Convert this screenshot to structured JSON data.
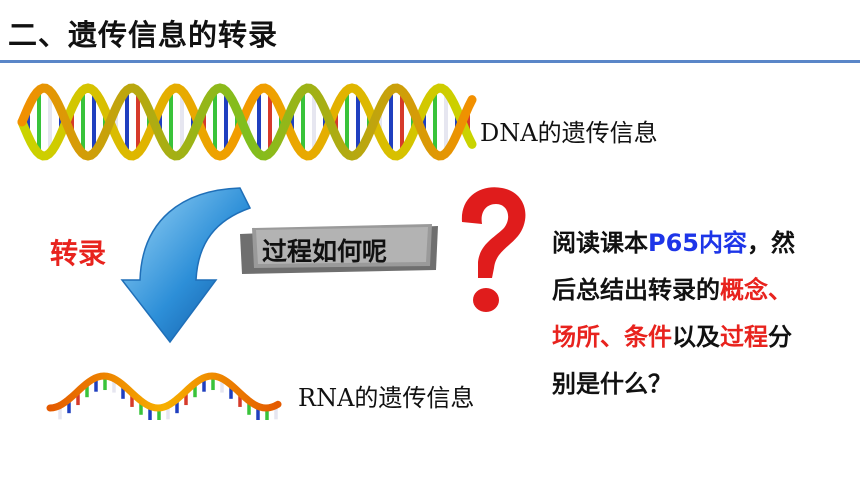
{
  "title": "二、遗传信息的转录",
  "dna_label": "DNA的遗传信息",
  "rna_label": "RNA的遗传信息",
  "process_label": "转录",
  "banner_text": "过程如何呢",
  "instructions": {
    "lines": [
      [
        {
          "text": "阅读课本",
          "color": "normal"
        },
        {
          "text": "P65内容",
          "color": "blue"
        },
        {
          "text": "，然",
          "color": "normal"
        }
      ],
      [
        {
          "text": "后总结出转录的",
          "color": "normal"
        },
        {
          "text": "概念、",
          "color": "red"
        }
      ],
      [
        {
          "text": "场所、条件",
          "color": "red"
        },
        {
          "text": "以及",
          "color": "normal"
        },
        {
          "text": "过程",
          "color": "red"
        },
        {
          "text": "分",
          "color": "normal"
        }
      ],
      [
        {
          "text": "别是什么？",
          "color": "normal"
        }
      ]
    ]
  },
  "colors": {
    "accent_red": "#e8231e",
    "accent_blue": "#1d35e8",
    "title_rule": "#5a86c8"
  },
  "icons": {
    "arrow": "curved-down-arrow-icon",
    "question": "question-mark-icon"
  }
}
